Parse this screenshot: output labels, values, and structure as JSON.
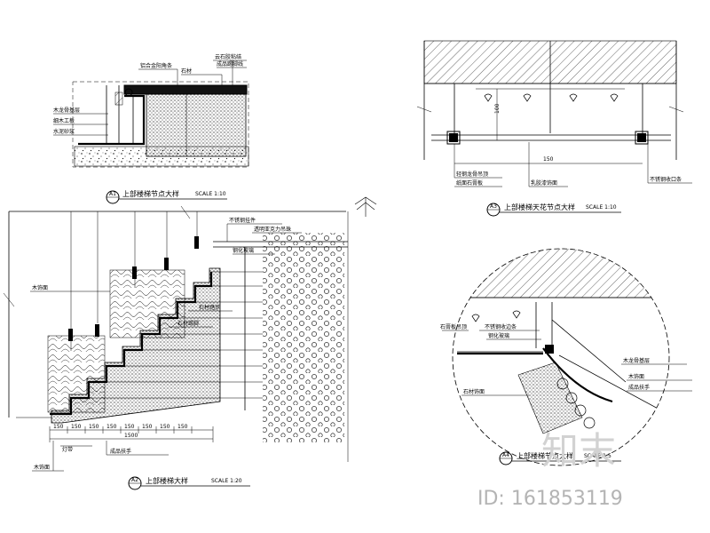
{
  "watermark": {
    "brand": "知末",
    "id_text": "ID: 161853119"
  },
  "detail_top_left": {
    "title": "上部楼梯节点大样",
    "scale": "SCALE 1:10",
    "marker": "A1",
    "labels": [
      "铝合金阳角条",
      "石材",
      "云石胶粘结",
      "成品踢脚线",
      "木龙骨基层",
      "细木工板",
      "水泥砂浆"
    ]
  },
  "detail_top_right": {
    "title": "上部楼梯天花节点大样",
    "scale": "SCALE 1:10",
    "marker": "A3",
    "dims": [
      "100",
      "150"
    ],
    "labels": [
      "轻钢龙骨吊顶",
      "纸面石膏板",
      "乳胶漆饰面",
      "不锈钢收口条"
    ]
  },
  "detail_stair": {
    "title": "上部楼梯大样",
    "scale": "SCALE 1:20",
    "marker": "A2",
    "dims": [
      "150",
      "150",
      "150",
      "150",
      "150",
      "150",
      "150",
      "150",
      "1500"
    ],
    "labels": [
      "不锈钢挂件",
      "透明亚克力吊珠",
      "钢化玻璃",
      "石材踏步",
      "石材踢脚",
      "木饰面",
      "木饰面",
      "成品扶手",
      "灯带"
    ]
  },
  "detail_round": {
    "title": "上部楼梯节点大样",
    "scale": "SCALE 1:5",
    "marker": "A4",
    "labels": [
      "石膏板吊顶",
      "不锈钢收边条",
      "钢化玻璃",
      "石材饰面",
      "木龙骨基层",
      "木饰面",
      "成品扶手"
    ]
  }
}
